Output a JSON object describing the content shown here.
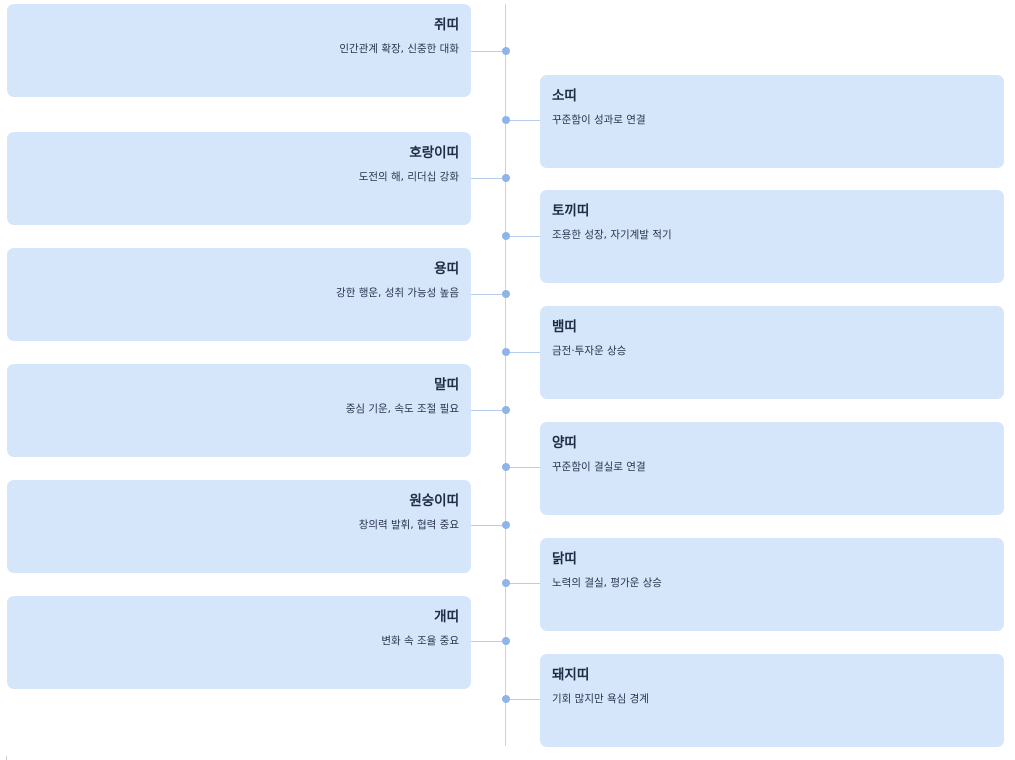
{
  "timeline": {
    "entries": [
      {
        "id": "rat",
        "title": "쥐띠",
        "desc": "인간관계 확장, 신중한 대화"
      },
      {
        "id": "ox",
        "title": "소띠",
        "desc": "꾸준함이 성과로 연결"
      },
      {
        "id": "tiger",
        "title": "호랑이띠",
        "desc": "도전의 해, 리더십 강화"
      },
      {
        "id": "rabbit",
        "title": "토끼띠",
        "desc": "조용한 성장, 자기계발 적기"
      },
      {
        "id": "dragon",
        "title": "용띠",
        "desc": "강한 행운, 성취 가능성 높음"
      },
      {
        "id": "snake",
        "title": "뱀띠",
        "desc": "금전·투자운 상승"
      },
      {
        "id": "horse",
        "title": "말띠",
        "desc": "중심 기운, 속도 조절 필요"
      },
      {
        "id": "sheep",
        "title": "양띠",
        "desc": "꾸준함이 결실로 연결"
      },
      {
        "id": "monkey",
        "title": "원숭이띠",
        "desc": "창의력 발휘, 협력 중요"
      },
      {
        "id": "rooster",
        "title": "닭띠",
        "desc": "노력의 결실, 평가운 상승"
      },
      {
        "id": "dog",
        "title": "개띠",
        "desc": "변화 속 조율 중요"
      },
      {
        "id": "pig",
        "title": "돼지띠",
        "desc": "기회 많지만 욕심 경계"
      }
    ]
  },
  "colors": {
    "card_bg": "#d5e5fa",
    "spine": "#c3d4ec",
    "dot": "#8fb4ea",
    "title_text": "#1f2a44",
    "desc_text": "#2b3550"
  }
}
